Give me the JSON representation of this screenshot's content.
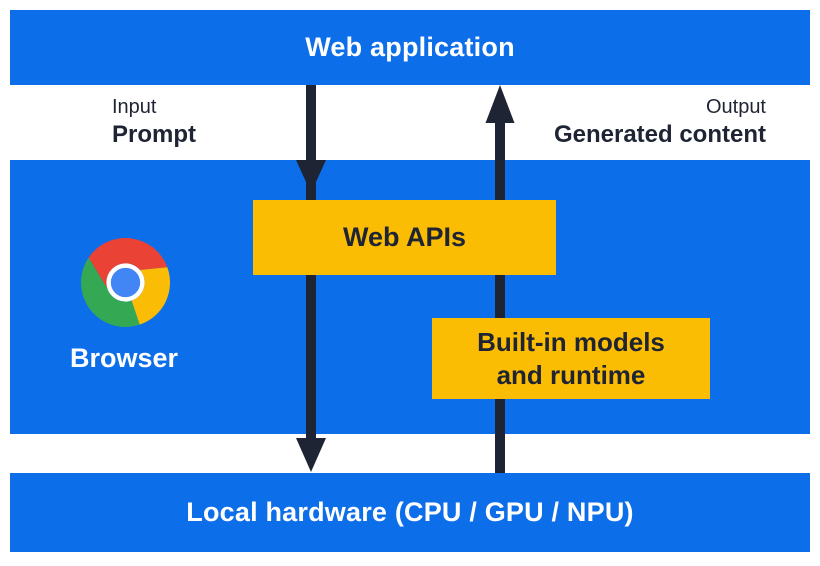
{
  "diagram": {
    "title_layer": {
      "label": "Web application"
    },
    "flow": {
      "input_caption": "Input",
      "input_value": "Prompt",
      "output_caption": "Output",
      "output_value": "Generated content"
    },
    "browser_layer": {
      "label": "Browser",
      "logo_icon": "chrome-logo"
    },
    "boxes": {
      "web_apis": "Web APIs",
      "builtin_models_line1": "Built-in models",
      "builtin_models_line2": "and runtime"
    },
    "hardware_layer": {
      "label": "Local hardware (CPU / GPU / NPU)"
    },
    "colors": {
      "blue": "#0D6EEA",
      "yellow": "#FBBC04",
      "navy": "#1E2433",
      "chrome_red": "#EA4335",
      "chrome_yellow": "#FBBC05",
      "chrome_green": "#34A853",
      "chrome_blue": "#4285F4"
    }
  }
}
